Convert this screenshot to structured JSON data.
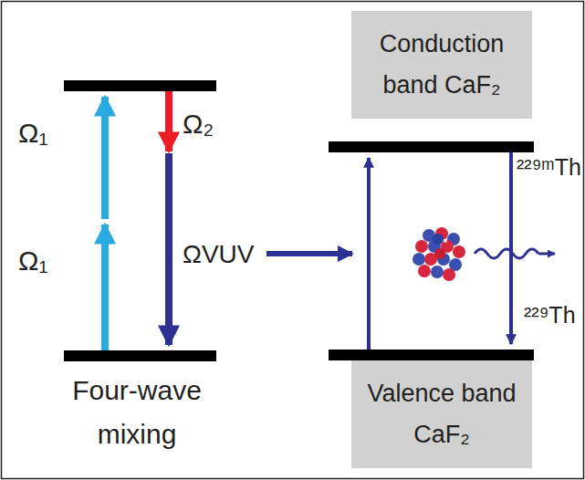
{
  "diagram": {
    "nodes": [
      {
        "text": [
          "Conduction band CaF₂"
        ]
      },
      {
        "text": [
          "Valence band CaF₂"
        ]
      }
    ],
    "labels": [
      "Ω₁",
      "Ω₁",
      "Ω₂",
      "Four-wave mixing",
      "ΩVUV",
      "²²⁹ᵐTh",
      "²²⁹Th"
    ]
  }
}
